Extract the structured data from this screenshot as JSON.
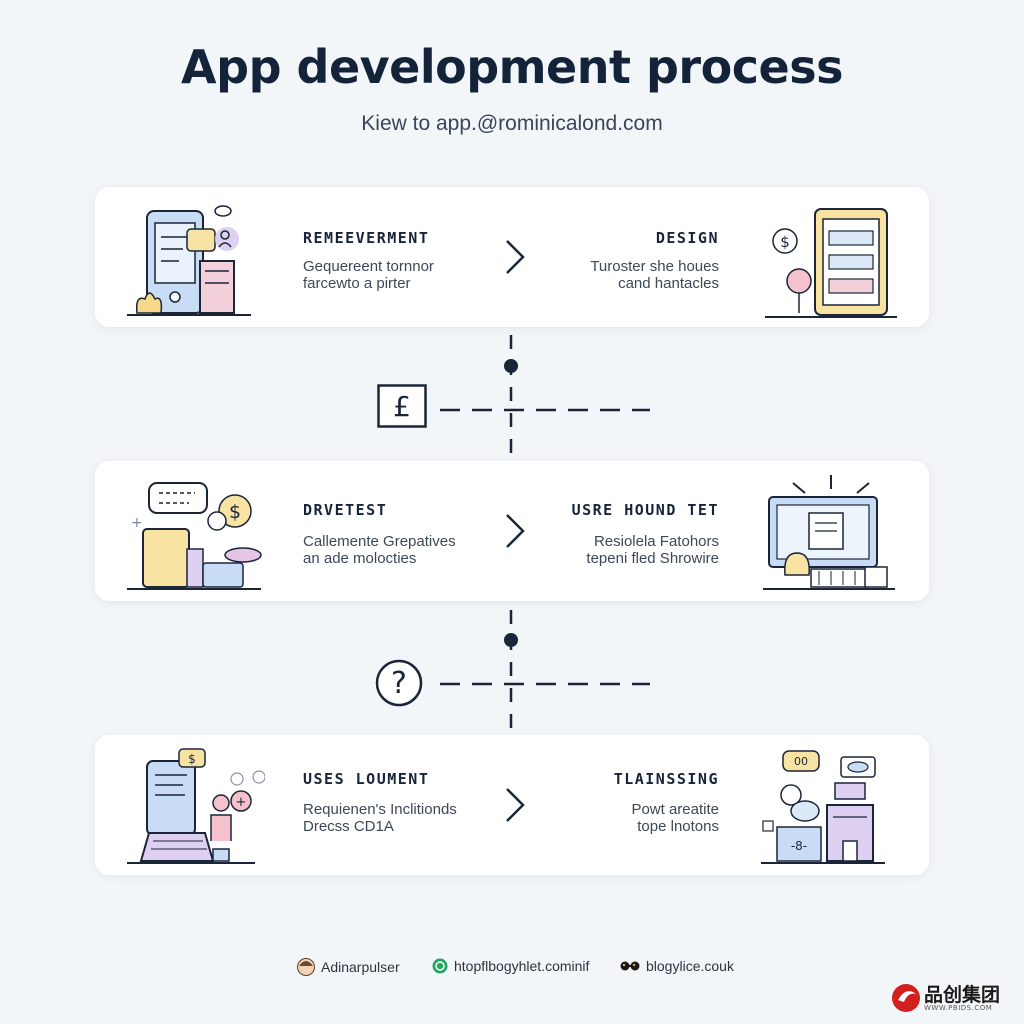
{
  "header": {
    "title": "App development process",
    "subtitle": "Kiew to app.@rominicalond.com"
  },
  "steps": [
    {
      "left": {
        "title": "REMEEVERMENT",
        "desc": "Gequereent tornnor\nfarcewto a pirter"
      },
      "right": {
        "title": "DESIGN",
        "desc": "Turoster she houes\ncand hantacles"
      }
    },
    {
      "left": {
        "title": "DRVETEST",
        "desc": "Callemente Grepatives\nan ade molocties"
      },
      "right": {
        "title": "USRE HOUND TET",
        "desc": "Resiolela Fatohors\ntepeni fled Shrowire"
      }
    },
    {
      "left": {
        "title": "USES LOUMENT",
        "desc": "Requienen's Inclitionds\nDrecss CD1A"
      },
      "right": {
        "title": "TLAINSSING",
        "desc": "Powt areatite\ntope lnotons"
      }
    }
  ],
  "connectors": [
    {
      "icon": "pound-icon",
      "glyph": "£"
    },
    {
      "icon": "question-icon",
      "glyph": "?"
    }
  ],
  "footer": {
    "items": [
      {
        "icon": "avatar-icon",
        "label": "Adinarpulser"
      },
      {
        "icon": "whatsapp-icon",
        "label": "htopflbogyhlet.cominif"
      },
      {
        "icon": "glasses-icon",
        "label": "blogylice.couk"
      }
    ]
  },
  "brand": {
    "name": "品创集团",
    "url": "WWW.PBIDS.COM"
  },
  "colors": {
    "background": "#f3f6f9",
    "card": "#ffffff",
    "text": "#14233a",
    "accent_blue": "#b9d3f2",
    "accent_yellow": "#f8e3a3",
    "accent_pink": "#f2c4cf",
    "accent_purple": "#d9c7ee"
  }
}
